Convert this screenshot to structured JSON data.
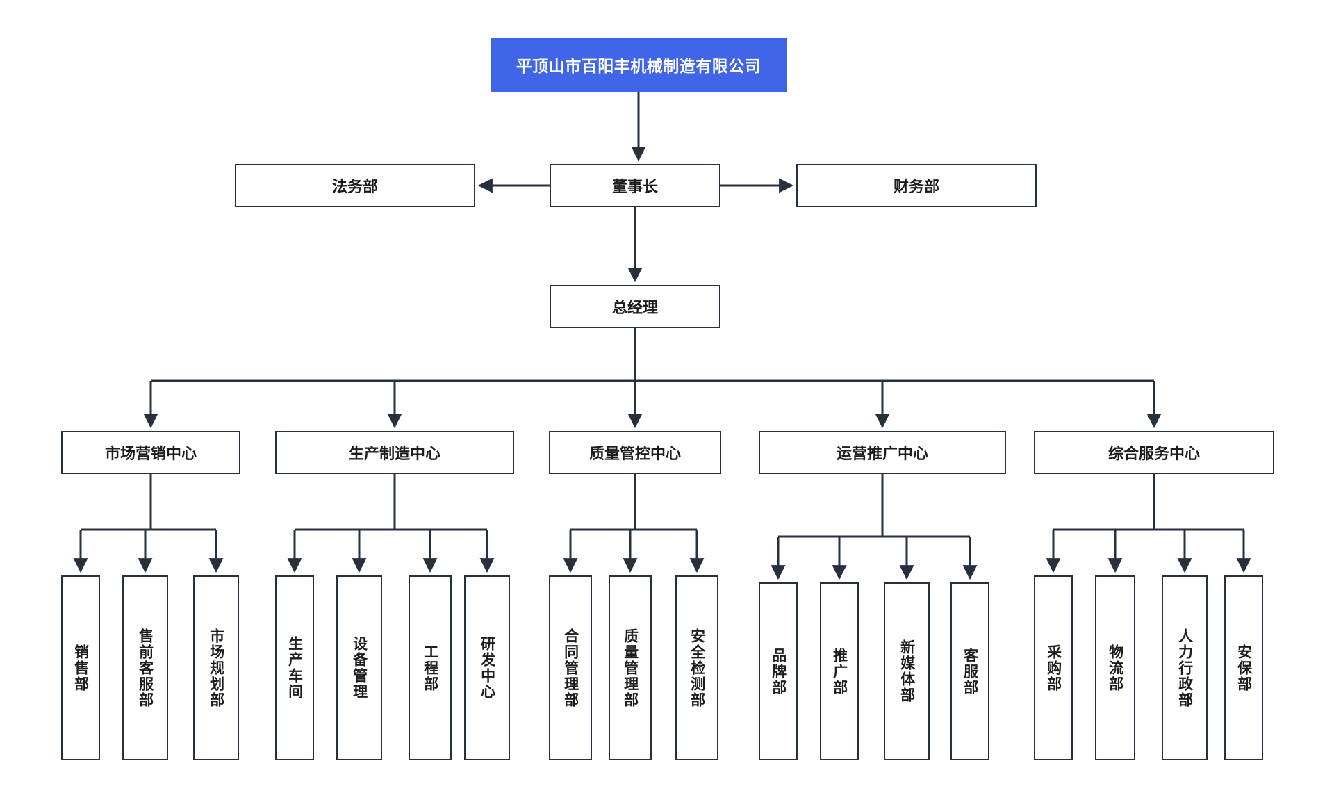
{
  "chart": {
    "type": "org-chart",
    "title": "平顶山市百阳丰机械制造有限公司",
    "accent_color": "#4065e8",
    "box_border_color": "#27303d",
    "connector_color": "#27303d",
    "background_color": "#ffffff"
  },
  "root": {
    "label": "平顶山市百阳丰机械制造有限公司"
  },
  "executive": {
    "chairman": "董事长",
    "legal": "法务部",
    "finance": "财务部",
    "general_manager": "总经理"
  },
  "centers": [
    {
      "label": "市场营销中心",
      "children": [
        "销售部",
        "售前客服部",
        "市场规划部"
      ]
    },
    {
      "label": "生产制造中心",
      "children": [
        "生产车间",
        "设备管理",
        "工程部",
        "研发中心"
      ]
    },
    {
      "label": "质量管控中心",
      "children": [
        "合同管理部",
        "质量管理部",
        "安全检测部"
      ]
    },
    {
      "label": "运营推广中心",
      "children": [
        "品牌部",
        "推广部",
        "新媒体部",
        "客服部"
      ]
    },
    {
      "label": "综合服务中心",
      "children": [
        "采购部",
        "物流部",
        "人力行政部",
        "安保部"
      ]
    }
  ]
}
